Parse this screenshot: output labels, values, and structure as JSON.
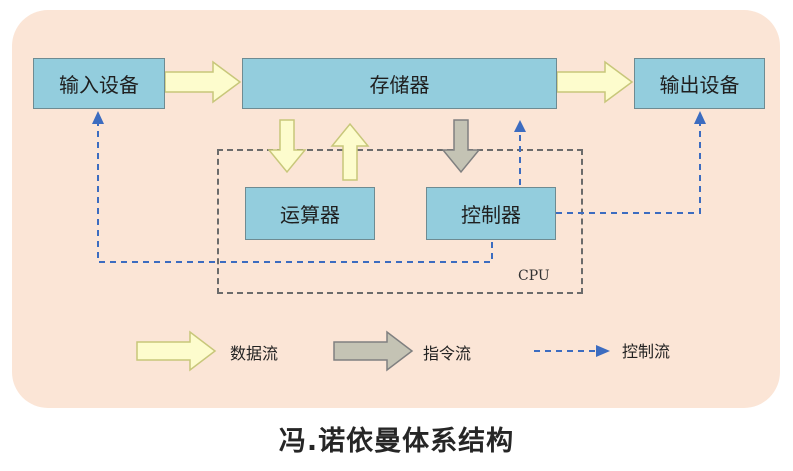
{
  "diagram": {
    "nodes": {
      "input": "输入设备",
      "memory": "存储器",
      "output": "输出设备",
      "alu": "运算器",
      "control": "控制器",
      "cpu": "CPU"
    },
    "legend": {
      "data_flow": "数据流",
      "instruction_flow": "指令流",
      "control_flow": "控制流"
    },
    "caption": "冯.诺依曼体系结构",
    "colors": {
      "panel_bg": "#fbe5d6",
      "box_fill": "#93cddd",
      "data_arrow": "#fdfccd",
      "data_arrow_outline": "#c8c77a",
      "instruction_arrow": "#c4c3b4",
      "instruction_arrow_outline": "#808080",
      "control_flow": "#3c6cc0"
    }
  }
}
